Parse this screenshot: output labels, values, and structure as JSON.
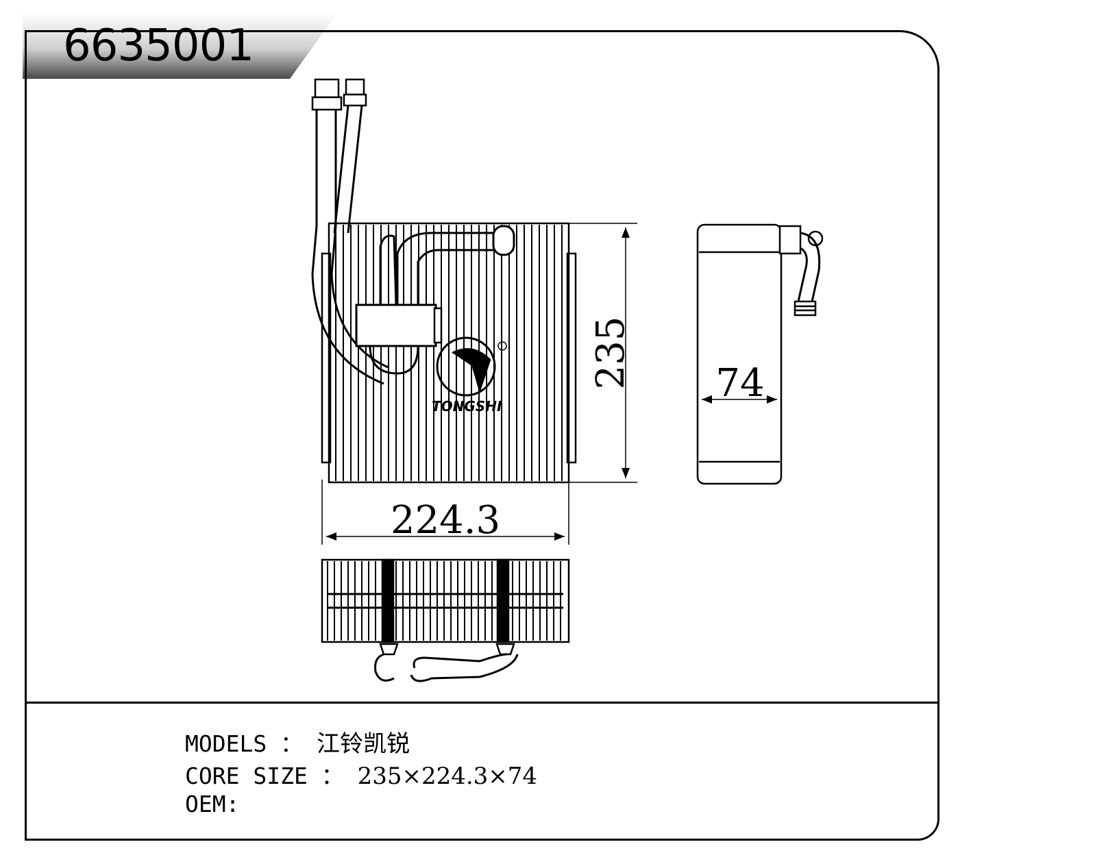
{
  "header": {
    "part_number": "6635001"
  },
  "dimensions": {
    "height": "235",
    "width": "224.3",
    "depth": "74"
  },
  "specs": {
    "models_label": "MODELS",
    "models_sep": "：",
    "models_value": "江铃凯锐",
    "core_size_label": "CORE SIZE",
    "core_size_sep": "：",
    "core_size_value": "235×224.3×74",
    "oem_label": "OEM:",
    "oem_value": ""
  },
  "logo_text": "TONGSHI"
}
